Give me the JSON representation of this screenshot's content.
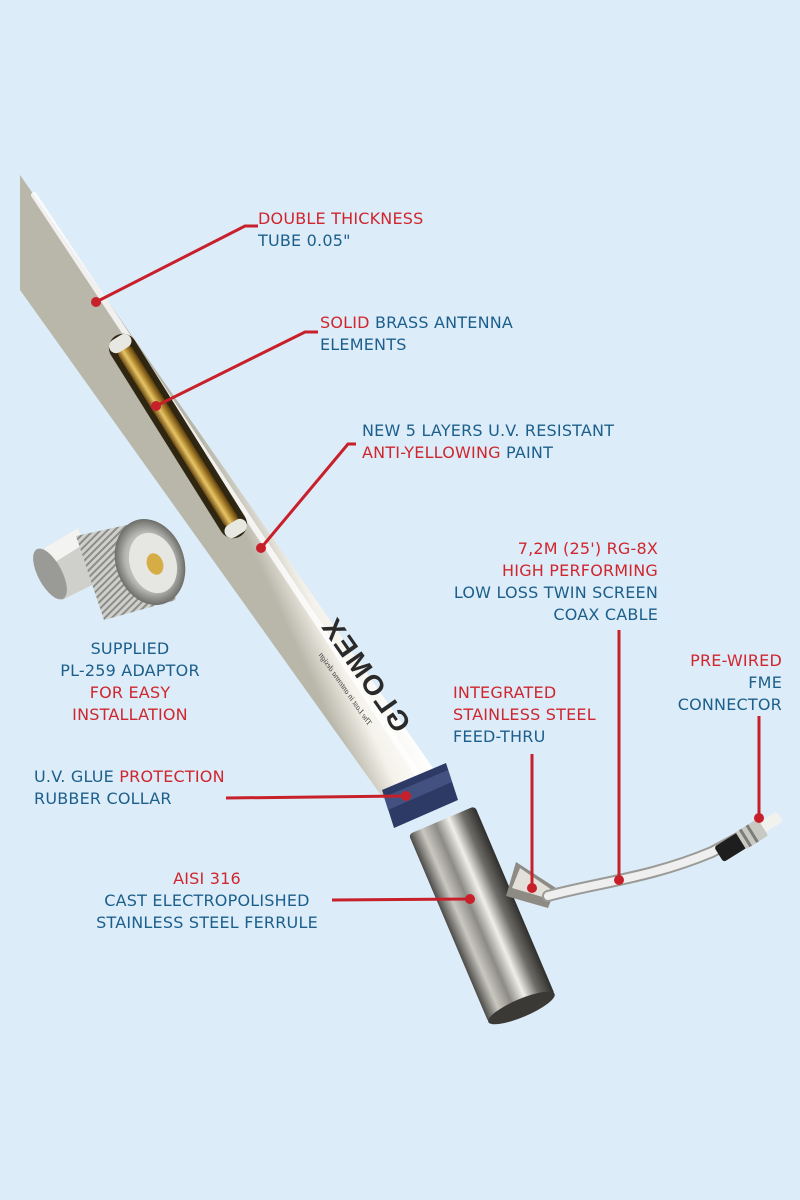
{
  "brand": "GLOMEX",
  "brand_tagline": "The Last in antenna design",
  "colors": {
    "background": "#dcecf8",
    "accent_red": "#d0262e",
    "label_blue": "#1c5f8c",
    "leader_red": "#c8202a"
  },
  "callouts": {
    "double_thickness": {
      "line1_red": "DOUBLE THICKNESS",
      "line2_blue": "TUBE 0.05\""
    },
    "solid_brass": {
      "line1_red": "SOLID",
      "line1_blue": " BRASS ANTENNA",
      "line2_blue": "ELEMENTS"
    },
    "uv_paint": {
      "line1_blue": "NEW 5 LAYERS U.V. RESISTANT",
      "line2_red": "ANTI-YELLOWING",
      "line2_blue": " PAINT"
    },
    "coax_cable": {
      "line1_red": "7,2M (25') RG-8X",
      "line2_red": "HIGH PERFORMING",
      "line3_blue": "LOW LOSS TWIN SCREEN",
      "line4_blue": "COAX CABLE"
    },
    "pl259": {
      "line1_blue": "SUPPLIED",
      "line2_blue": "PL-259 ADAPTOR",
      "line3_red": "FOR EASY",
      "line4_red": "INSTALLATION"
    },
    "fme": {
      "line1_red": "PRE-WIRED",
      "line2_blue": "FME",
      "line3_blue": "CONNECTOR"
    },
    "feed_thru": {
      "line1_red": "INTEGRATED",
      "line2_red": "STAINLESS STEEL",
      "line3_blue": "FEED-THRU"
    },
    "rubber_collar": {
      "line1_blue": "U.V. GLUE ",
      "line1_red": "PROTECTION",
      "line2_blue": "RUBBER COLLAR"
    },
    "ferrule": {
      "line1_red": "AISI 316",
      "line2_blue": "CAST ELECTROPOLISHED",
      "line3_blue": "STAINLESS STEEL FERRULE"
    }
  }
}
